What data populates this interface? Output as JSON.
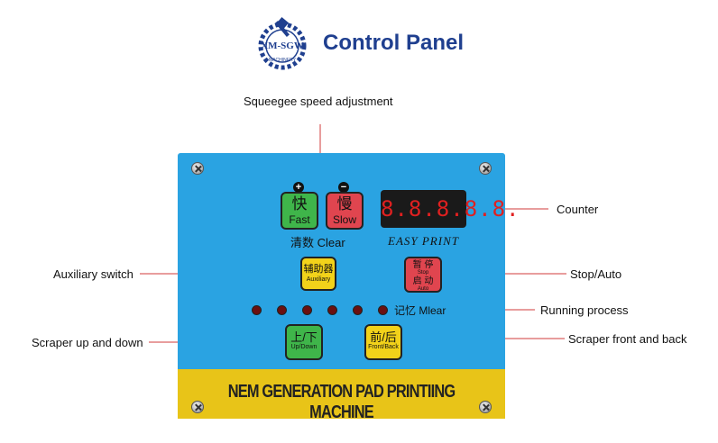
{
  "header": {
    "title": "Control Panel",
    "logo_text": "XM-SGW",
    "logo_subtext": "MACHINERY"
  },
  "callouts": {
    "squeegee": "Squeegee speed adjustment",
    "counter": "Counter",
    "auxiliary": "Auxiliary switch",
    "stop_auto": "Stop/Auto",
    "running": "Running process",
    "updown": "Scraper up and down",
    "frontback": "Scraper front and back"
  },
  "panel": {
    "fast_cn": "快",
    "fast_en": "Fast",
    "slow_cn": "慢",
    "slow_en": "Slow",
    "plus": "+",
    "minus": "−",
    "clear_label": "清数 Clear",
    "counter_display": "8.8.8.8.8.",
    "easy_print": "EASY PRINT",
    "aux_cn": "辅助器",
    "aux_en": "Auxiliary",
    "stop_cn": "暂 停",
    "stop_en": "Stop",
    "auto_cn": "启 动",
    "auto_en": "Auto",
    "memory_label": "记忆 Mlear",
    "updown_cn": "上/下",
    "updown_en": "Up/Down",
    "frontback_cn": "前/后",
    "frontback_en": "Front/Back",
    "machine_name": "NEM GENERATION PAD PRINTIING MACHINE"
  },
  "colors": {
    "panel_blue": "#2aa3e2",
    "strip_yellow": "#e8c418",
    "green_button": "#3fb54a",
    "red_button": "#e0454f",
    "yellow_button": "#f2d21a",
    "title_blue": "#1f3f8f"
  }
}
